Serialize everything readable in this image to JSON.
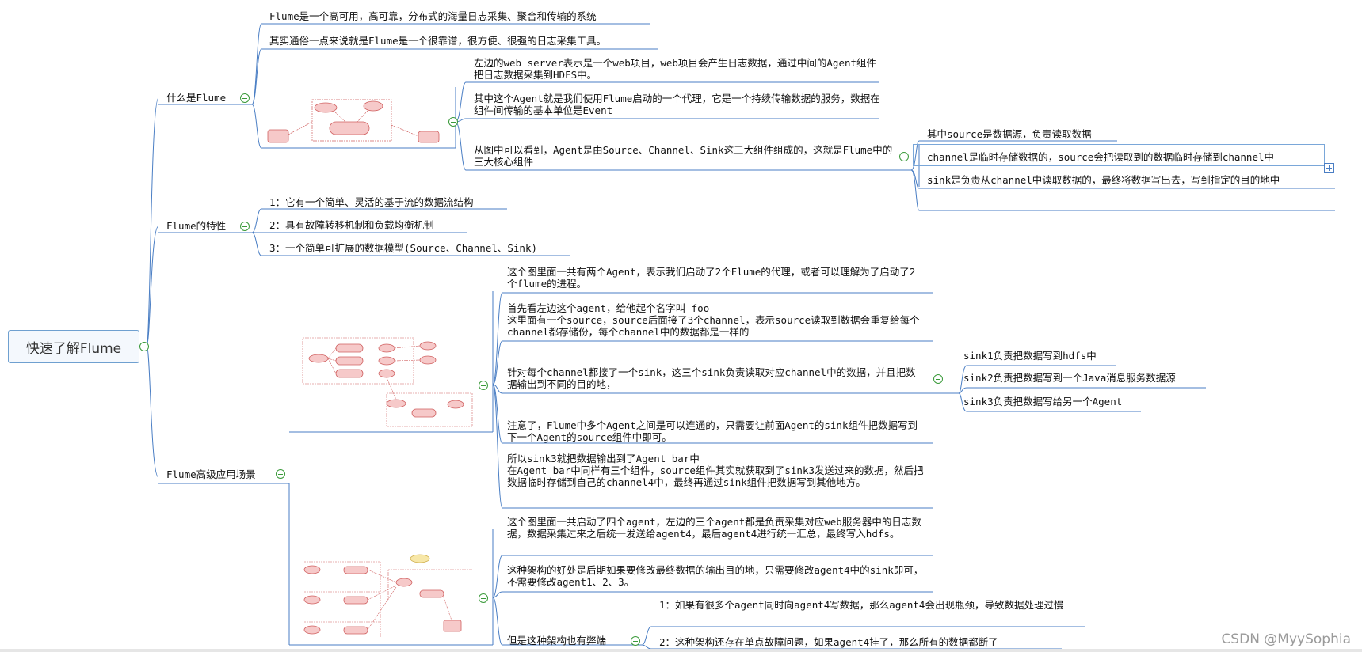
{
  "root": {
    "label": "快速了解Flume"
  },
  "branches": {
    "what": {
      "label": "什么是Flume",
      "items": [
        "Flume是一个高可用，高可靠，分布式的海量日志采集、聚合和传输的系统",
        "其实通俗一点来说就是Flume是一个很靠谱，很方便、很强的日志采集工具。"
      ],
      "diagram_notes": [
        "左边的web server表示是一个web项目，web项目会产生日志数据，通过中间的Agent组件把日志数据采集到HDFS中。",
        "其中这个Agent就是我们使用Flume启动的一个代理，它是一个持续传输数据的服务，数据在组件间传输的基本单位是Event",
        "从图中可以看到，Agent是由Source、Channel、Sink这三大组件组成的，这就是Flume中的三大核心组件"
      ],
      "components": [
        "其中source是数据源，负责读取数据",
        "channel是临时存储数据的，source会把读取到的数据临时存储到channel中",
        "sink是负责从channel中读取数据的，最终将数据写出去，写到指定的目的地中"
      ]
    },
    "features": {
      "label": "Flume的特性",
      "items": [
        "1：它有一个简单、灵活的基于流的数据流结构",
        "2：具有故障转移机制和负载均衡机制",
        "3：一个简单可扩展的数据模型(Source、Channel、Sink)"
      ]
    },
    "advanced": {
      "label": "Flume高级应用场景",
      "scene1": [
        "这个图里面一共有两个Agent，表示我们启动了2个Flume的代理，或者可以理解为了启动了2个flume的进程。",
        "首先看左边这个agent，给他起个名字叫 foo\n这里面有一个source，source后面接了3个channel，表示source读取到数据会重复给每个channel都存储份，每个channel中的数据都是一样的",
        "针对每个channel都接了一个sink，这三个sink负责读取对应channel中的数据，并且把数据输出到不同的目的地，",
        "注意了，Flume中多个Agent之间是可以连通的，只需要让前面Agent的sink组件把数据写到下一个Agent的source组件中即可。",
        "所以sink3就把数据输出到了Agent bar中\n在Agent bar中同样有三个组件，source组件其实就获取到了sink3发送过来的数据，然后把数据临时存储到自己的channel4中，最终再通过sink组件把数据写到其他地方。"
      ],
      "sinks": [
        "sink1负责把数据写到hdfs中",
        "sink2负责把数据写到一个Java消息服务数据源",
        "sink3负责把数据写给另一个Agent"
      ],
      "scene2": [
        "这个图里面一共启动了四个agent，左边的三个agent都是负责采集对应web服务器中的日志数据，数据采集过来之后统一发送给agent4，最后agent4进行统一汇总，最终写入hdfs。",
        "这种架构的好处是后期如果要修改最终数据的输出目的地，只需要修改agent4中的sink即可，不需要修改agent1、2、3。",
        "但是这种架构也有弊端"
      ],
      "drawbacks": [
        "1：如果有很多个agent同时向agent4写数据，那么agent4会出现瓶颈，导致数据处理过慢",
        "2：这种架构还存在单点故障问题，如果agent4挂了，那么所有的数据都断了"
      ]
    }
  },
  "watermark": "CSDN @MyySophia",
  "colors": {
    "line": "#4a7ec4",
    "toggle": "#3a9a3a",
    "thumb_fill": "#f3b8b8",
    "thumb_stroke": "#d06060"
  }
}
